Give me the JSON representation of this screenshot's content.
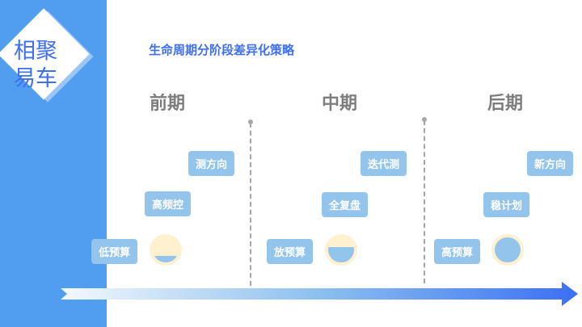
{
  "logo": {
    "line1": "相聚",
    "line2": "易车"
  },
  "title": "生命周期分阶段差异化策略",
  "phases": [
    {
      "name": "前期",
      "tags": [
        "测方向",
        "高频控",
        "低预算"
      ],
      "budget_fill": 0.25
    },
    {
      "name": "中期",
      "tags": [
        "迭代测",
        "全复盘",
        "放预算"
      ],
      "budget_fill": 0.6
    },
    {
      "name": "后期",
      "tags": [
        "新方向",
        "稳计划",
        "高预算"
      ],
      "budget_fill": 1.0
    }
  ],
  "colors": {
    "accent": "#519ef0",
    "title": "#3f6ff0",
    "tag": "#93c4ec"
  }
}
